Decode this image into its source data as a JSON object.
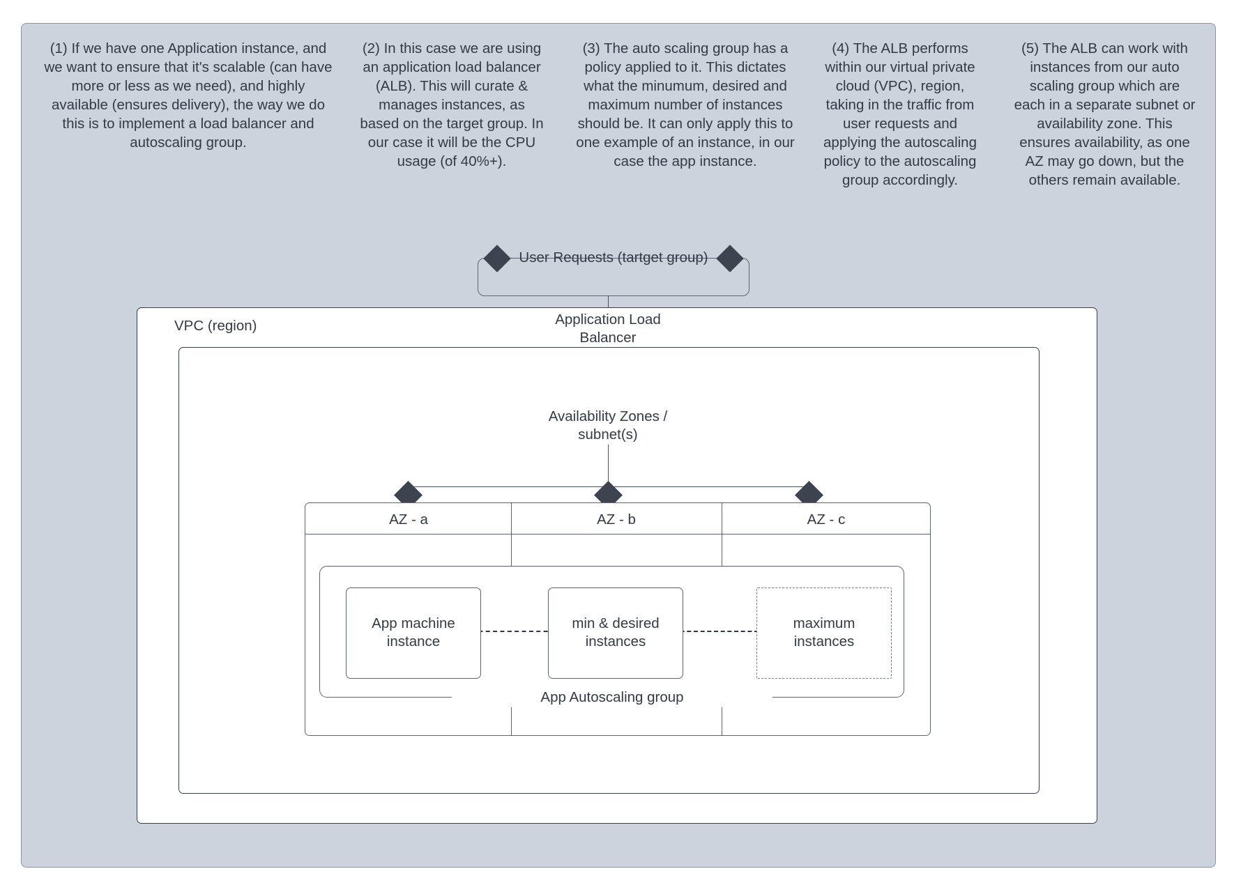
{
  "page": {
    "title": "AWS load balancer and autoscaling group architecture diagram",
    "background_color": "#ffffff",
    "panel_color": "#ccd3dc",
    "line_color": "#46505e",
    "text_color": "#333a45",
    "marker_color": "#3d4450"
  },
  "notes": [
    {
      "id": 1,
      "text": "(1) If we have one Application instance, and we want to ensure that it's scalable (can have more or less as we need), and highly available (ensures delivery), the way we do this is to implement a load balancer and autoscaling group."
    },
    {
      "id": 2,
      "text": "(2) In this case we are using an application load balancer (ALB). This will curate & manages instances, as based on the target group. In our case it will be the CPU usage (of 40%+)."
    },
    {
      "id": 3,
      "text": "(3) The auto scaling group has a policy applied to it. This dictates what the minumum, desired and maximum number of instances should be. It can only apply this to one example of an instance, in our case the app instance."
    },
    {
      "id": 4,
      "text": "(4) The ALB performs within our virtual private cloud (VPC), region, taking in the traffic from user requests and applying the autoscaling policy to the autoscaling group accordingly."
    },
    {
      "id": 5,
      "text": "(5) The ALB can work with instances from our auto scaling group which are each in a separate subnet or availability zone. This ensures availability, as one AZ may go down, but the others remain available."
    }
  ],
  "diagram": {
    "user_requests_label": "User Requests (tartget group)",
    "load_balancer_label": "Application  Load\nBalancer",
    "vpc_label": "VPC (region)",
    "availability_zones_label": "Availability Zones /\nsubnet(s)",
    "az_columns": [
      {
        "label": "AZ - a"
      },
      {
        "label": "AZ - b"
      },
      {
        "label": "AZ - c"
      }
    ],
    "autoscaling_group_label": "App Autoscaling group",
    "instances": [
      {
        "label": "App machine\ninstance",
        "style": "solid"
      },
      {
        "label": "min & desired\ninstances",
        "style": "solid"
      },
      {
        "label": "maximum\ninstances",
        "style": "dashed"
      }
    ]
  }
}
